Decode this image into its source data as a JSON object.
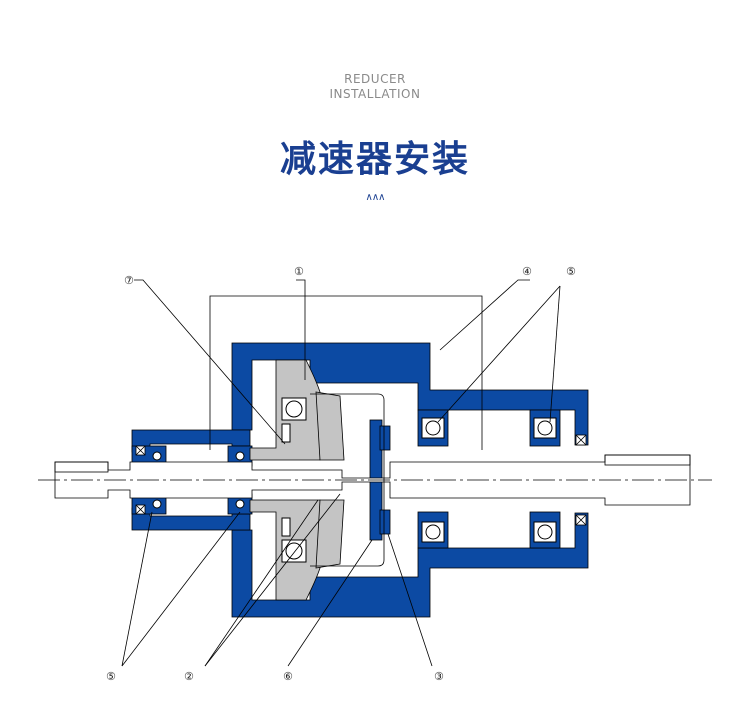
{
  "header": {
    "subtitle_line1": "REDUCER",
    "subtitle_line2": "INSTALLATION",
    "title": "减速器安装",
    "decoration": "∧∧∧"
  },
  "diagram": {
    "callouts": {
      "c7": "⑦",
      "c1": "①",
      "c4": "④",
      "c5_top": "⑤",
      "c5_bottom": "⑤",
      "c2": "②",
      "c6": "⑥",
      "c3": "③"
    }
  },
  "colors": {
    "housing_blue": "#0c4aa3",
    "title_blue": "#1a3f91",
    "gear_gray": "#c4c4c4",
    "line": "#000000"
  }
}
